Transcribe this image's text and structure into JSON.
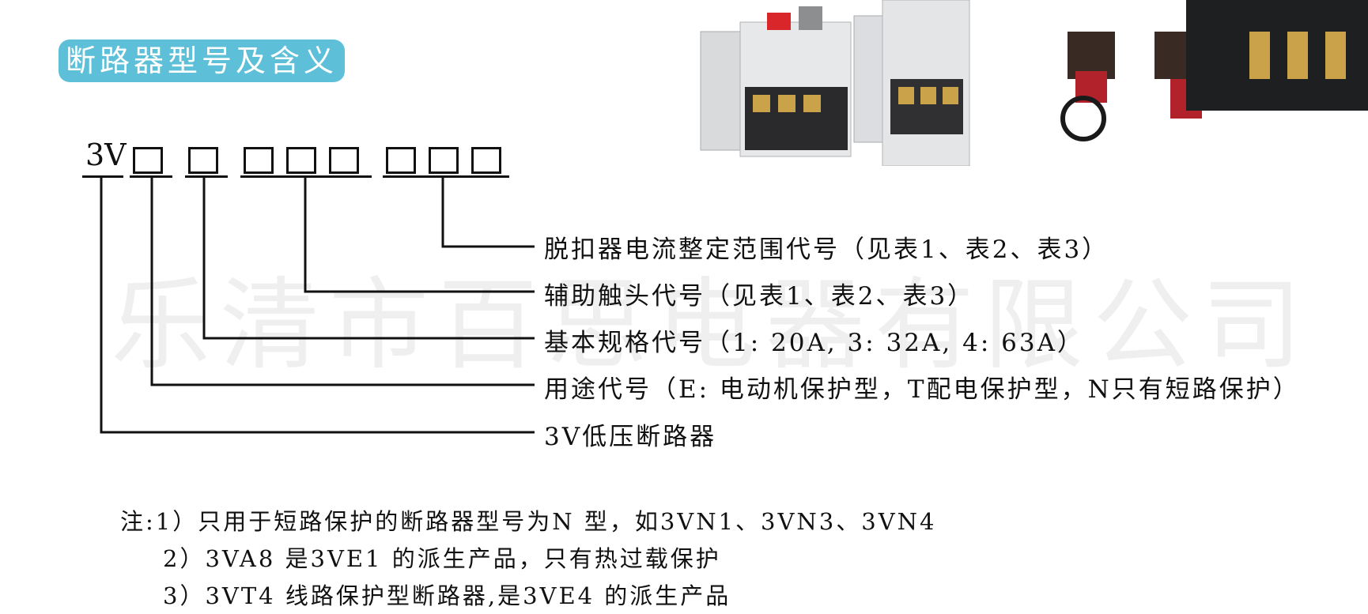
{
  "title": "断路器型号及含义",
  "watermark": "乐清市百思电器有限公司",
  "model_code": {
    "prefix": "3V",
    "boxes": [
      "□",
      "□",
      "□□□",
      "□□□"
    ]
  },
  "descriptions": [
    "脱扣器电流整定范围代号（见表1、表2、表3）",
    "辅助触头代号（见表1、表2、表3）",
    "基本规格代号（1: 20A,  3: 32A,  4: 63A）",
    "用途代号（E: 电动机保护型，T配电保护型，N只有短路保护）",
    "3V低压断路器"
  ],
  "notes": [
    "注:1）只用于短路保护的断路器型号为N 型，如3VN1、3VN3、3VN4",
    "2）3VA8 是3VE1 的派生产品，只有热过载保护",
    "3）3VT4 线路保护型断路器,是3VE4 的派生产品"
  ],
  "colors": {
    "title_bg": "#5ec0d8",
    "text": "#111111",
    "watermark": "#efefef"
  }
}
